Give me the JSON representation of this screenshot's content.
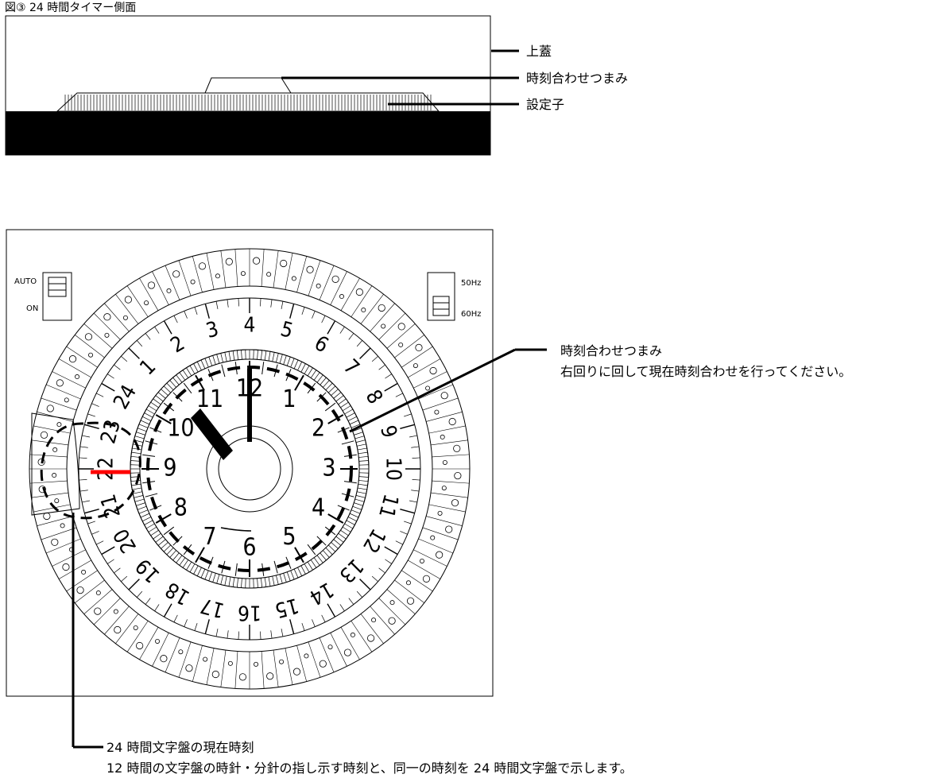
{
  "figure": {
    "title": "図③ 24 時間タイマー側面"
  },
  "side_view": {
    "labels": {
      "cover": "上蓋",
      "knob": "時刻合わせつまみ",
      "setter": "設定子"
    }
  },
  "front_view": {
    "switch_left": {
      "top": "AUTO",
      "bottom": "ON"
    },
    "switch_right": {
      "top": "50Hz",
      "bottom": "60Hz"
    },
    "dial_12h": [
      "12",
      "1",
      "2",
      "3",
      "4",
      "5",
      "6",
      "7",
      "8",
      "9",
      "10",
      "11"
    ],
    "dial_24h": [
      "1",
      "2",
      "3",
      "4",
      "5",
      "6",
      "7",
      "8",
      "9",
      "10",
      "11",
      "12",
      "13",
      "14",
      "15",
      "16",
      "17",
      "18",
      "19",
      "20",
      "21",
      "22",
      "23",
      "24"
    ],
    "callout_knob": {
      "title": "時刻合わせつまみ",
      "desc": "右回りに回して現在時刻合わせを行ってください。"
    },
    "callout_24h": {
      "title": "24 時間文字盤の現在時刻",
      "desc": "12 時間の文字盤の時針・分針の指し示す時刻と、同一の時刻を 24 時間文字盤で示します。"
    }
  },
  "colors": {
    "pointer": "#ff0000",
    "ink": "#000000"
  }
}
